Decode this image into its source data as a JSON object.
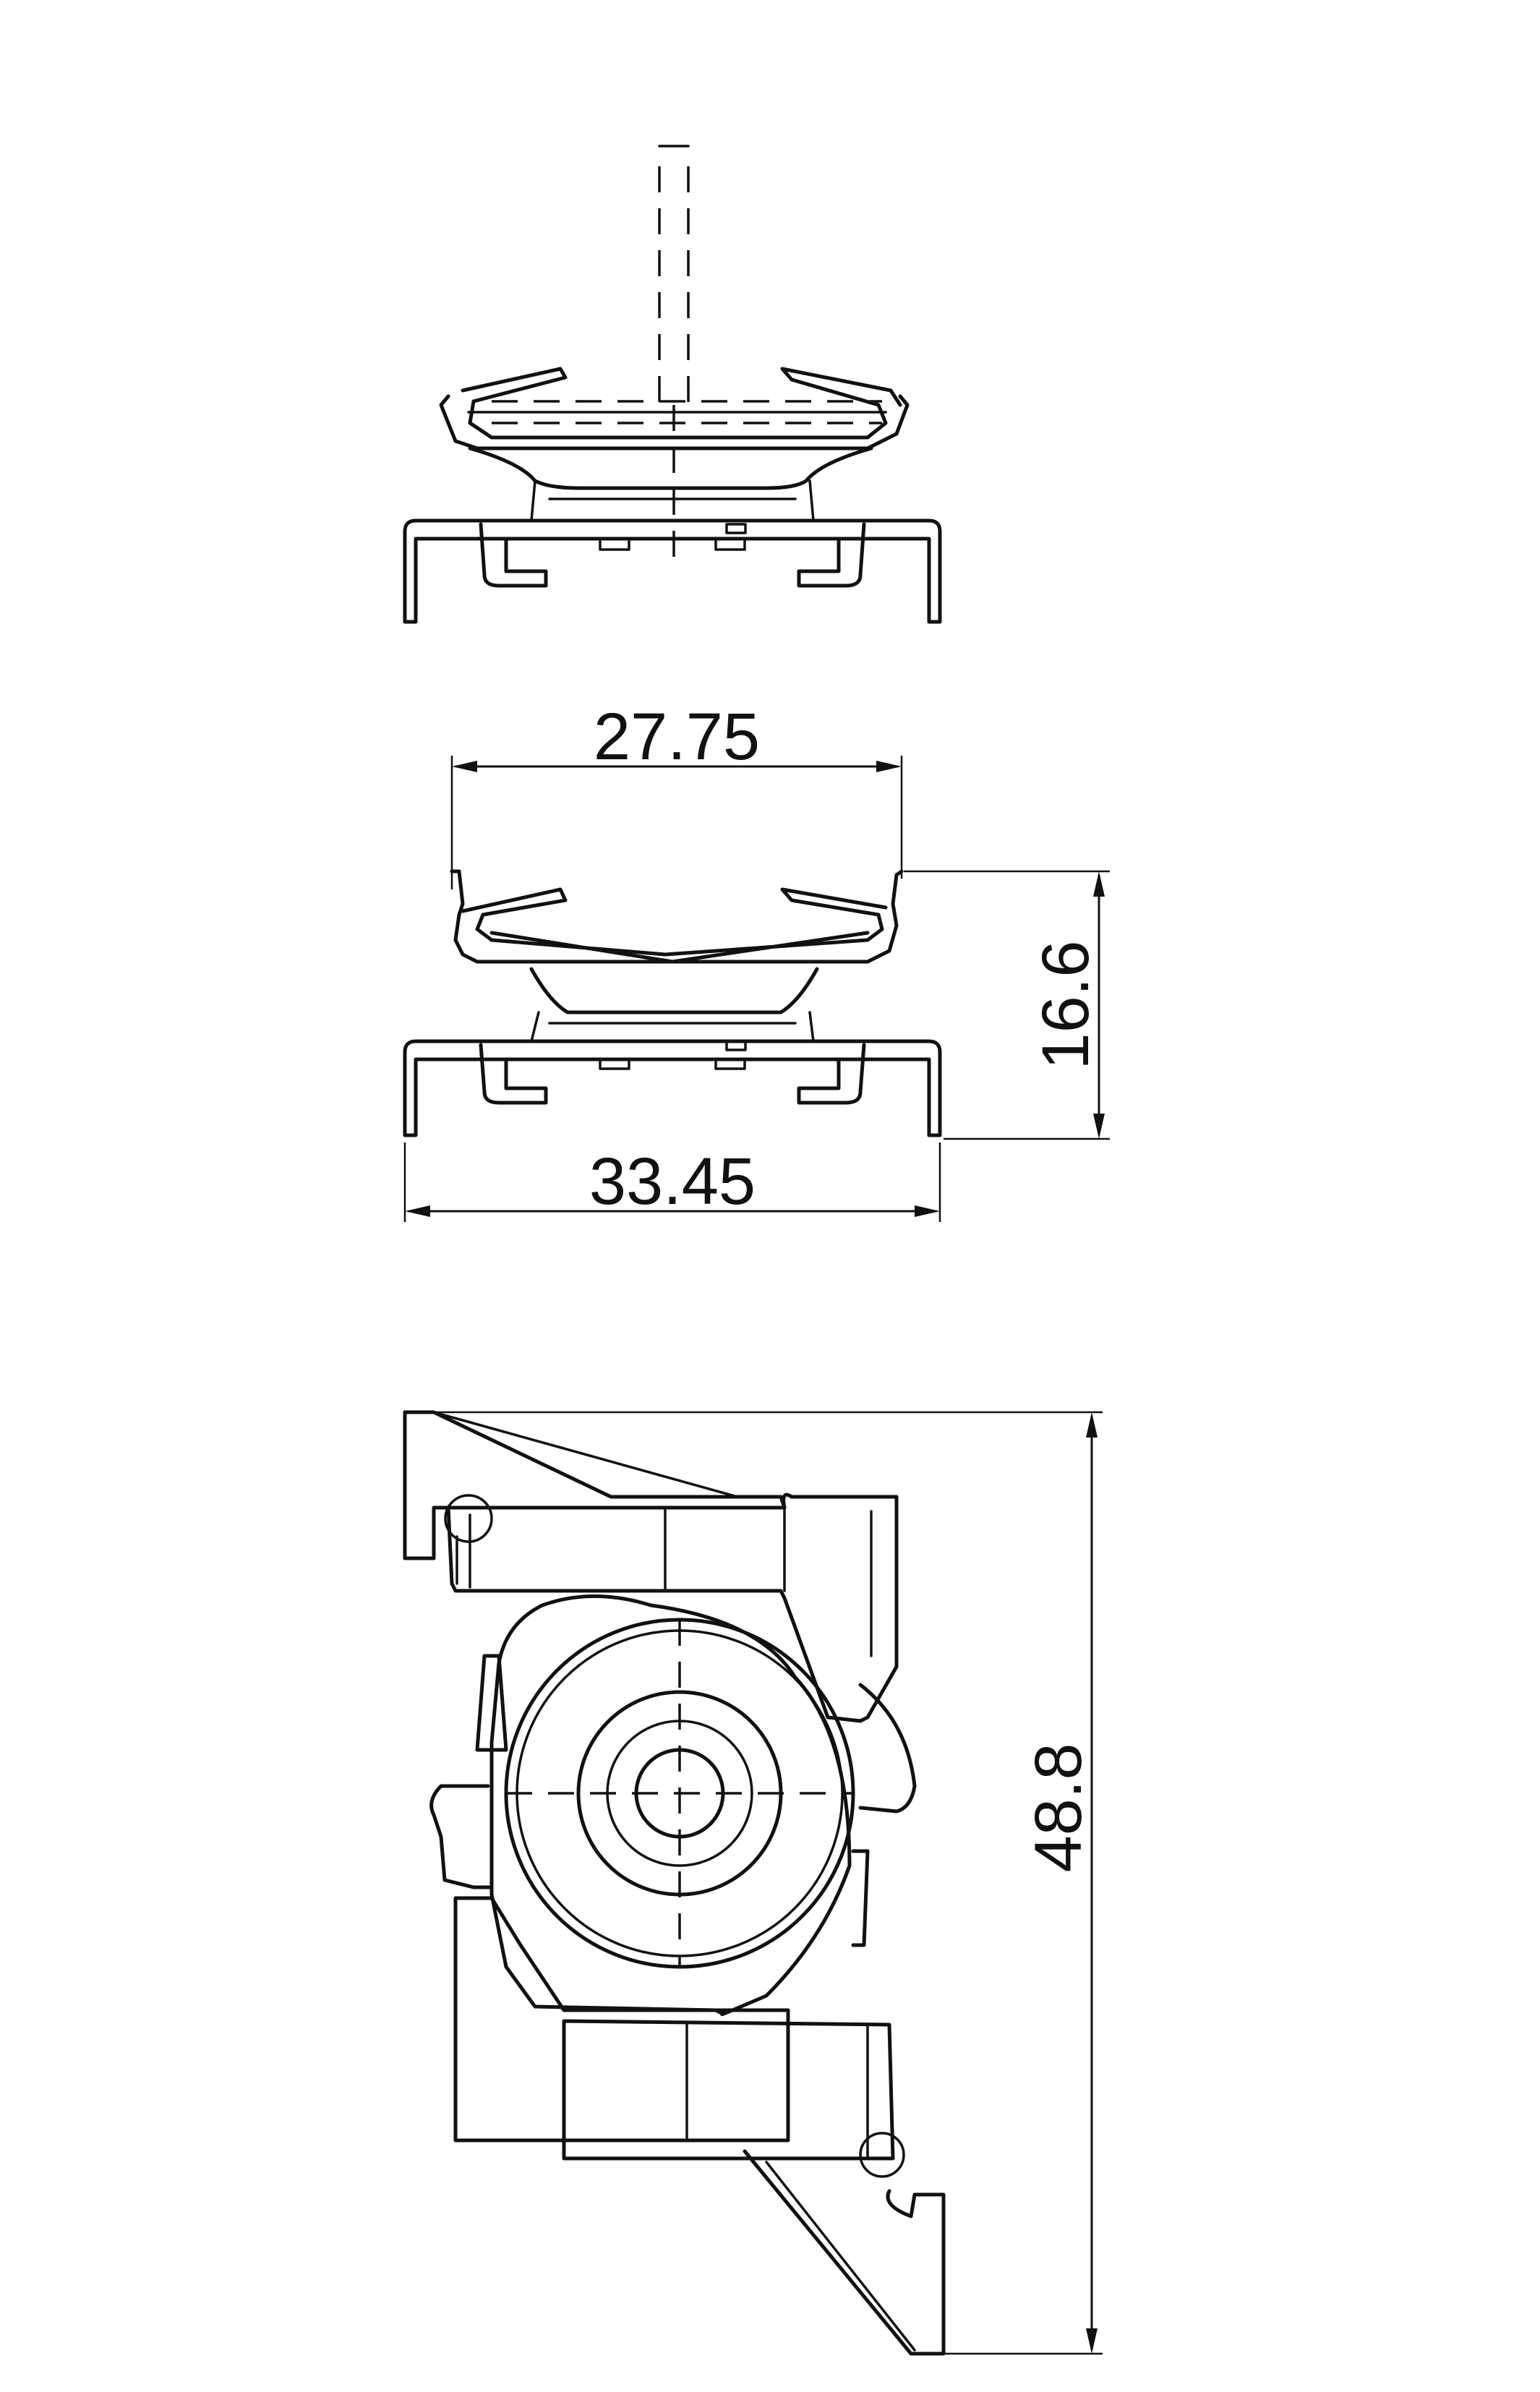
{
  "drawing": {
    "views": [
      "top-view-with-screw",
      "side-view-dimensioned",
      "plan-view"
    ]
  },
  "dimensions": {
    "top_width": "27.75",
    "bottom_width": "33.45",
    "height": "16.6",
    "length": "48.8"
  }
}
